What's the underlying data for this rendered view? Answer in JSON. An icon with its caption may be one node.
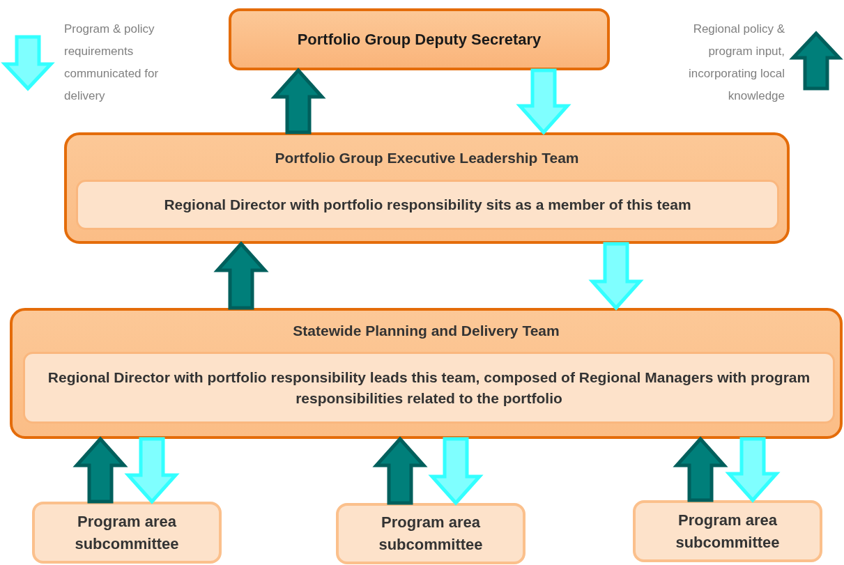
{
  "diagram": {
    "nodes": [
      {
        "text": [
          "Portfolio Group Deputy Secretary"
        ]
      },
      {
        "text": [
          "Portfolio Group Executive Leadership Team"
        ]
      },
      {
        "text": [
          "Regional Director with portfolio responsibility sits as a member of this team"
        ],
        "in": 1
      },
      {
        "text": [
          "Statewide Planning and Delivery Team"
        ]
      },
      {
        "text": [
          "Regional Director with portfolio responsibility leads this team, composed of Regional Managers with program responsibilities related to the portfolio"
        ],
        "in": 3
      },
      {
        "text": [
          "Program area subcommittee"
        ]
      },
      {
        "text": [
          "Program area subcommittee"
        ]
      },
      {
        "text": [
          "Program area subcommittee"
        ]
      }
    ],
    "edges": [
      {
        "from": 1,
        "to": 0,
        "arrow": "to",
        "color": "#007f7a"
      },
      {
        "from": 0,
        "to": 1,
        "arrow": "to",
        "color": "#7fffff"
      },
      {
        "from": 3,
        "to": 1,
        "arrow": "to",
        "color": "#007f7a"
      },
      {
        "from": 1,
        "to": 3,
        "arrow": "to",
        "color": "#7fffff"
      },
      {
        "from": 5,
        "to": 3,
        "arrow": "to",
        "color": "#007f7a"
      },
      {
        "from": 3,
        "to": 5,
        "arrow": "to",
        "color": "#7fffff"
      },
      {
        "from": 6,
        "to": 3,
        "arrow": "to",
        "color": "#007f7a"
      },
      {
        "from": 3,
        "to": 6,
        "arrow": "to",
        "color": "#7fffff"
      },
      {
        "from": 7,
        "to": 3,
        "arrow": "to",
        "color": "#007f7a"
      },
      {
        "from": 3,
        "to": 7,
        "arrow": "to",
        "color": "#7fffff"
      }
    ],
    "legend": [
      {
        "text": "Program & policy requirements communicated for delivery",
        "color": "#7fffff"
      },
      {
        "text": "Regional policy & program input, incorporating local knowledge",
        "color": "#007f7a"
      }
    ]
  }
}
